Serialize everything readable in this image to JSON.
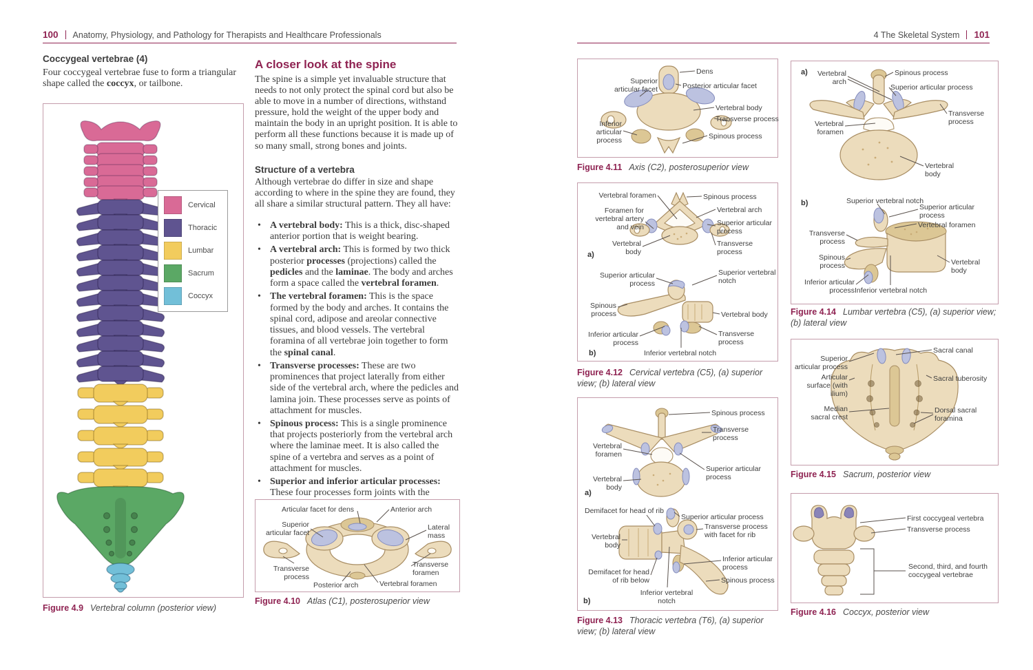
{
  "accent": "#8f2352",
  "left_page": {
    "page_number": "100",
    "running_title": "Anatomy, Physiology, and Pathology for Therapists and Healthcare Professionals",
    "coccygeal": {
      "heading": "Coccygeal vertebrae (4)",
      "body": [
        {
          "t": "Four coccygeal vertebrae fuse to form a triangular shape called the "
        },
        {
          "b": true,
          "t": "coccyx"
        },
        {
          "t": ", or tailbone."
        }
      ]
    },
    "fig9": {
      "legend": [
        {
          "label": "Cervical",
          "color": "#d96a96"
        },
        {
          "label": "Thoracic",
          "color": "#5f5490"
        },
        {
          "label": "Lumbar",
          "color": "#f2cc5d"
        },
        {
          "label": "Sacrum",
          "color": "#5ba865"
        },
        {
          "label": "Coccyx",
          "color": "#72bfd8"
        }
      ],
      "caption_label": "Figure 4.9",
      "caption_text": "Vertebral column (posterior view)"
    },
    "article": {
      "heading": "A closer look at the spine",
      "intro": "The spine is a simple yet invaluable structure that needs to not only protect the spinal cord but also be able to move in a number of directions, withstand pressure, hold the weight of the upper body and maintain the body in an upright position. It is able to perform all these functions because it is made up of so many small, strong bones and joints.",
      "subheading": "Structure of a vertebra",
      "sub_intro": "Although vertebrae do differ in size and shape according to where in the spine they are found, they all share a similar structural pattern. They all have:",
      "bullets": [
        [
          {
            "b": true,
            "t": "A vertebral body:"
          },
          {
            "t": " This is a thick, disc-shaped anterior portion that is weight bearing."
          }
        ],
        [
          {
            "b": true,
            "t": "A vertebral arch:"
          },
          {
            "t": " This is formed by two thick posterior "
          },
          {
            "b": true,
            "t": "processes"
          },
          {
            "t": " (projections) called the "
          },
          {
            "b": true,
            "t": "pedicles"
          },
          {
            "t": " and the "
          },
          {
            "b": true,
            "t": "laminae"
          },
          {
            "t": ". The body and arches form a space called the "
          },
          {
            "b": true,
            "t": "vertebral foramen"
          },
          {
            "t": "."
          }
        ],
        [
          {
            "b": true,
            "t": "The vertebral foramen:"
          },
          {
            "t": " This is the space formed by the body and arches. It contains the spinal cord, adipose and areolar connective tissues, and blood vessels. The vertebral foramina of all vertebrae join together to form the "
          },
          {
            "b": true,
            "t": "spinal canal"
          },
          {
            "t": "."
          }
        ],
        [
          {
            "b": true,
            "t": "Transverse processes:"
          },
          {
            "t": " These are two prominences that project laterally from either side of the vertebral arch, where the pedicles and lamina join. These processes serve as points of attachment for muscles."
          }
        ],
        [
          {
            "b": true,
            "t": "Spinous process:"
          },
          {
            "t": " This is a single prominence that projects posteriorly from the vertebral arch where the laminae meet. It is also called the spine of a vertebra and serves as a point of attachment for muscles."
          }
        ],
        [
          {
            "b": true,
            "t": "Superior and inferior articular processes:"
          },
          {
            "t": " These four processes form joints with the vertebrae above and below."
          }
        ]
      ]
    },
    "fig10": {
      "labels": [
        "Articular facet for dens",
        "Anterior arch",
        "Superior articular facet",
        "Lateral mass",
        "Transverse process",
        "Transverse foramen",
        "Posterior arch",
        "Vertebral foramen"
      ],
      "caption_label": "Figure 4.10",
      "caption_text": "Atlas (C1), posterosuperior view"
    }
  },
  "right_page": {
    "page_number": "101",
    "running_title": "4 The Skeletal System",
    "fig11": {
      "labels": [
        "Dens",
        "Superior articular facet",
        "Posterior articular facet",
        "Vertebral body",
        "Transverse process",
        "Spinous process",
        "Inferior articular process"
      ],
      "caption_label": "Figure 4.11",
      "caption_text": "Axis (C2), posterosuperior view"
    },
    "fig12": {
      "part_a": "a)",
      "part_b": "b)",
      "labels_a": [
        "Vertebral foramen",
        "Spinous process",
        "Vertebral arch",
        "Foramen for vertebral artery and vein",
        "Superior articular process",
        "Vertebral body",
        "Transverse process"
      ],
      "labels_b": [
        "Superior articular process",
        "Superior vertebral notch",
        "Spinous process",
        "Vertebral body",
        "Inferior articular process",
        "Transverse process",
        "Inferior vertebral notch"
      ],
      "caption_label": "Figure 4.12",
      "caption_text": "Cervical vertebra (C5), (a) superior view; (b) lateral view"
    },
    "fig13": {
      "part_a": "a)",
      "part_b": "b)",
      "labels_a": [
        "Spinous process",
        "Transverse process",
        "Vertebral foramen",
        "Superior articular process",
        "Vertebral body"
      ],
      "labels_b": [
        "Demifacet for head of rib",
        "Superior articular process",
        "Transverse process with facet for rib",
        "Vertebral body",
        "Inferior articular process",
        "Demifacet for head of rib below",
        "Spinous process",
        "Inferior vertebral notch"
      ],
      "caption_label": "Figure 4.13",
      "caption_text": "Thoracic vertebra (T6), (a) superior view; (b) lateral view"
    },
    "fig14": {
      "part_a": "a)",
      "part_b": "b)",
      "labels_a": [
        "Vertebral arch",
        "Spinous process",
        "Superior articular process",
        "Transverse process",
        "Vertebral foramen",
        "Vertebral body"
      ],
      "labels_b": [
        "Superior vertebral notch",
        "Superior articular process",
        "Vertebral foramen",
        "Transverse process",
        "Spinous process",
        "Inferior articular process",
        "Vertebral body",
        "Inferior vertebral notch"
      ],
      "caption_label": "Figure 4.14",
      "caption_text": "Lumbar vertebra (C5), (a) superior view; (b) lateral view"
    },
    "fig15": {
      "labels": [
        "Sacral canal",
        "Superior articular process",
        "Articular surface (with ilium)",
        "Sacral tuberosity",
        "Median sacral crest",
        "Dorsal sacral foramina"
      ],
      "caption_label": "Figure 4.15",
      "caption_text": "Sacrum, posterior view"
    },
    "fig16": {
      "labels": [
        "First coccygeal vertebra",
        "Transverse process",
        "Second, third, and fourth coccygeal vertebrae"
      ],
      "caption_label": "Figure 4.16",
      "caption_text": "Coccyx, posterior view"
    }
  }
}
